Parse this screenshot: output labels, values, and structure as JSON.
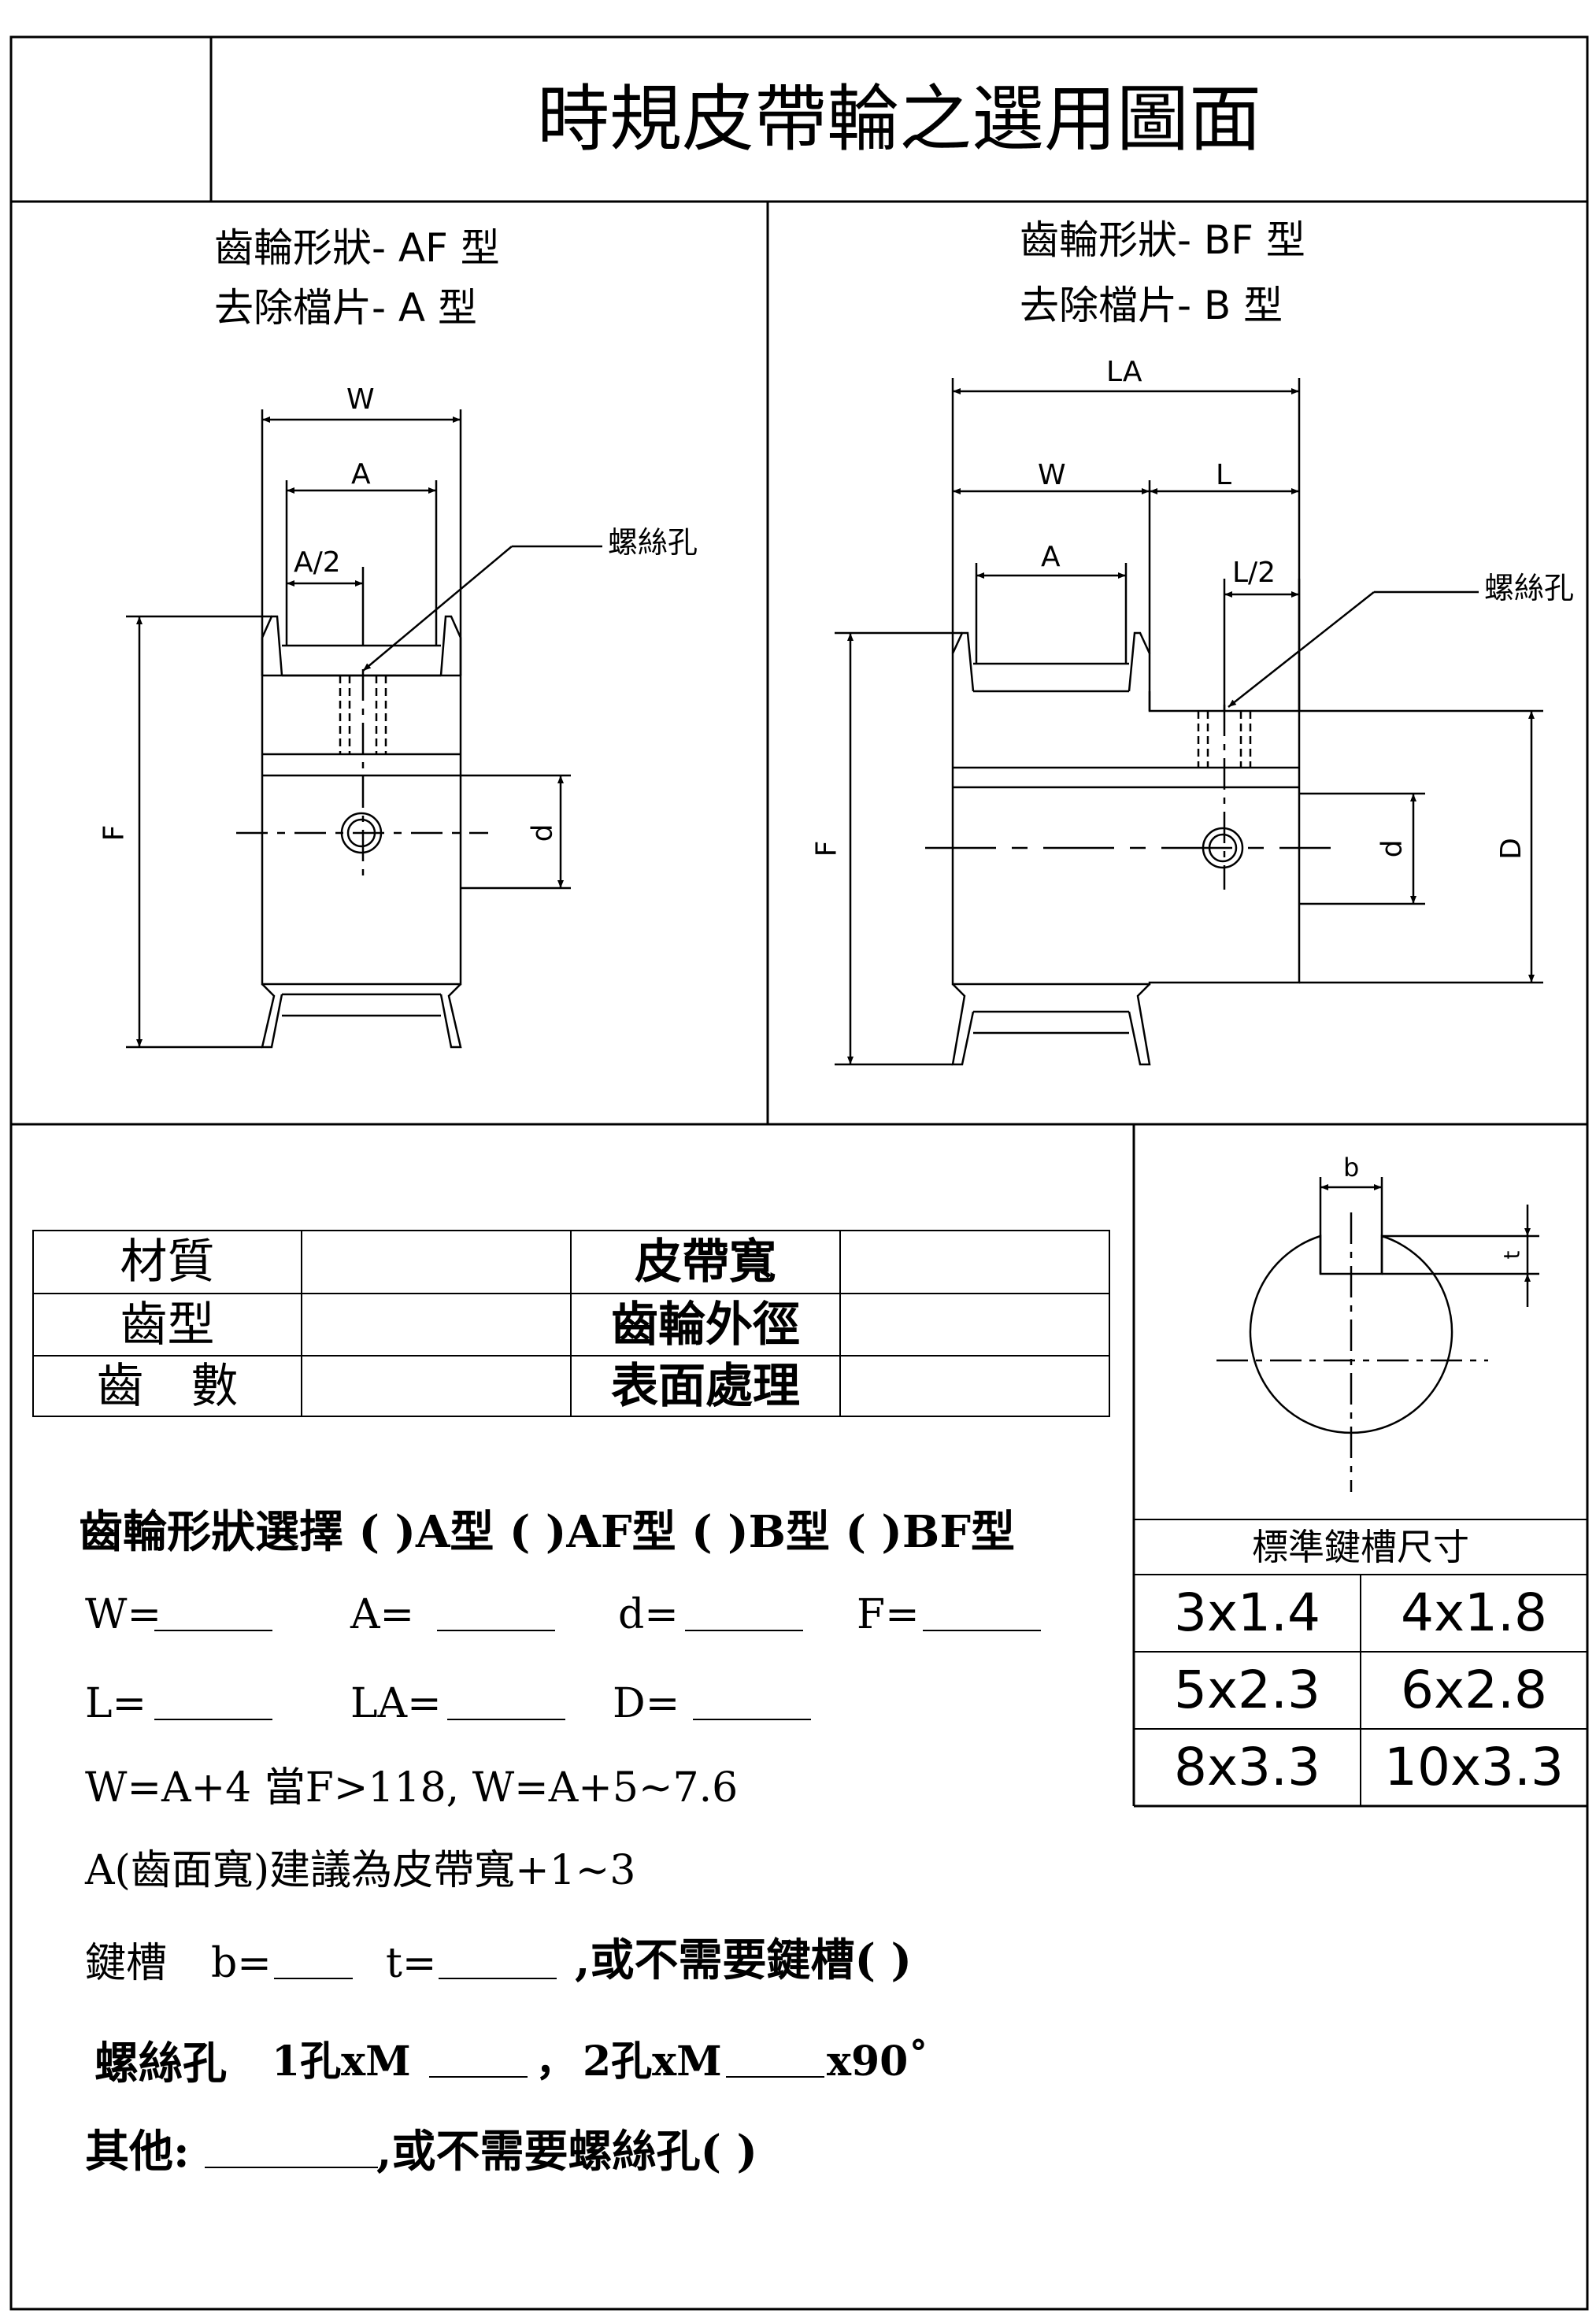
{
  "title": "時規皮帶輪之選用圖面",
  "drawing_a": {
    "caption_line1": "齒輪形狀- AF 型",
    "caption_line2": "去除檔片- A 型",
    "dim_W": "W",
    "dim_A": "A",
    "dim_A_half": "A/2",
    "dim_F": "F",
    "dim_d": "d",
    "screw_hole": "螺絲孔"
  },
  "drawing_b": {
    "caption_line1": "齒輪形狀- BF 型",
    "caption_line2": "去除檔片- B 型",
    "dim_LA": "LA",
    "dim_W": "W",
    "dim_L": "L",
    "dim_A": "A",
    "dim_L_half": "L/2",
    "dim_F": "F",
    "dim_d": "d",
    "dim_D": "D",
    "screw_hole": "螺絲孔"
  },
  "spec_table": {
    "rows": [
      {
        "label1": "材質",
        "label2": "皮帶寬"
      },
      {
        "label1": "齒型",
        "label2": "齒輪外徑"
      },
      {
        "label1": "齒　數",
        "label2": "表面處理"
      }
    ]
  },
  "keyway": {
    "dim_b": "b",
    "dim_t": "t",
    "table_title": "標準鍵槽尺寸",
    "sizes": [
      [
        "3x1.4",
        "4x1.8"
      ],
      [
        "5x2.3",
        "6x2.8"
      ],
      [
        "8x3.3",
        "10x3.3"
      ]
    ]
  },
  "form": {
    "shape_select": "齒輪形狀選擇 ( )A型 ( )AF型 ( )B型 ( )BF型",
    "w_label": "W=",
    "a_label": "A=",
    "d_label": "d=",
    "f_label": "F=",
    "l_label": "L=",
    "la_label": "LA=",
    "dd_label": "D=",
    "note1": "W=A+4  當F>118, W=A+5~7.6",
    "note2": "A(齒面寬)建議為皮帶寬+1~3",
    "keyway_label": "鍵槽",
    "b_label": "b=",
    "t_label": "t=",
    "keyway_none": ",或不需要鍵槽( )",
    "screw_label": "螺絲孔",
    "screw_1": "1孔xM",
    "comma": "，",
    "screw_2": "2孔xM",
    "screw_angle": "x90˚",
    "other_label": "其他:",
    "other_none": ",或不需要螺絲孔( )"
  }
}
